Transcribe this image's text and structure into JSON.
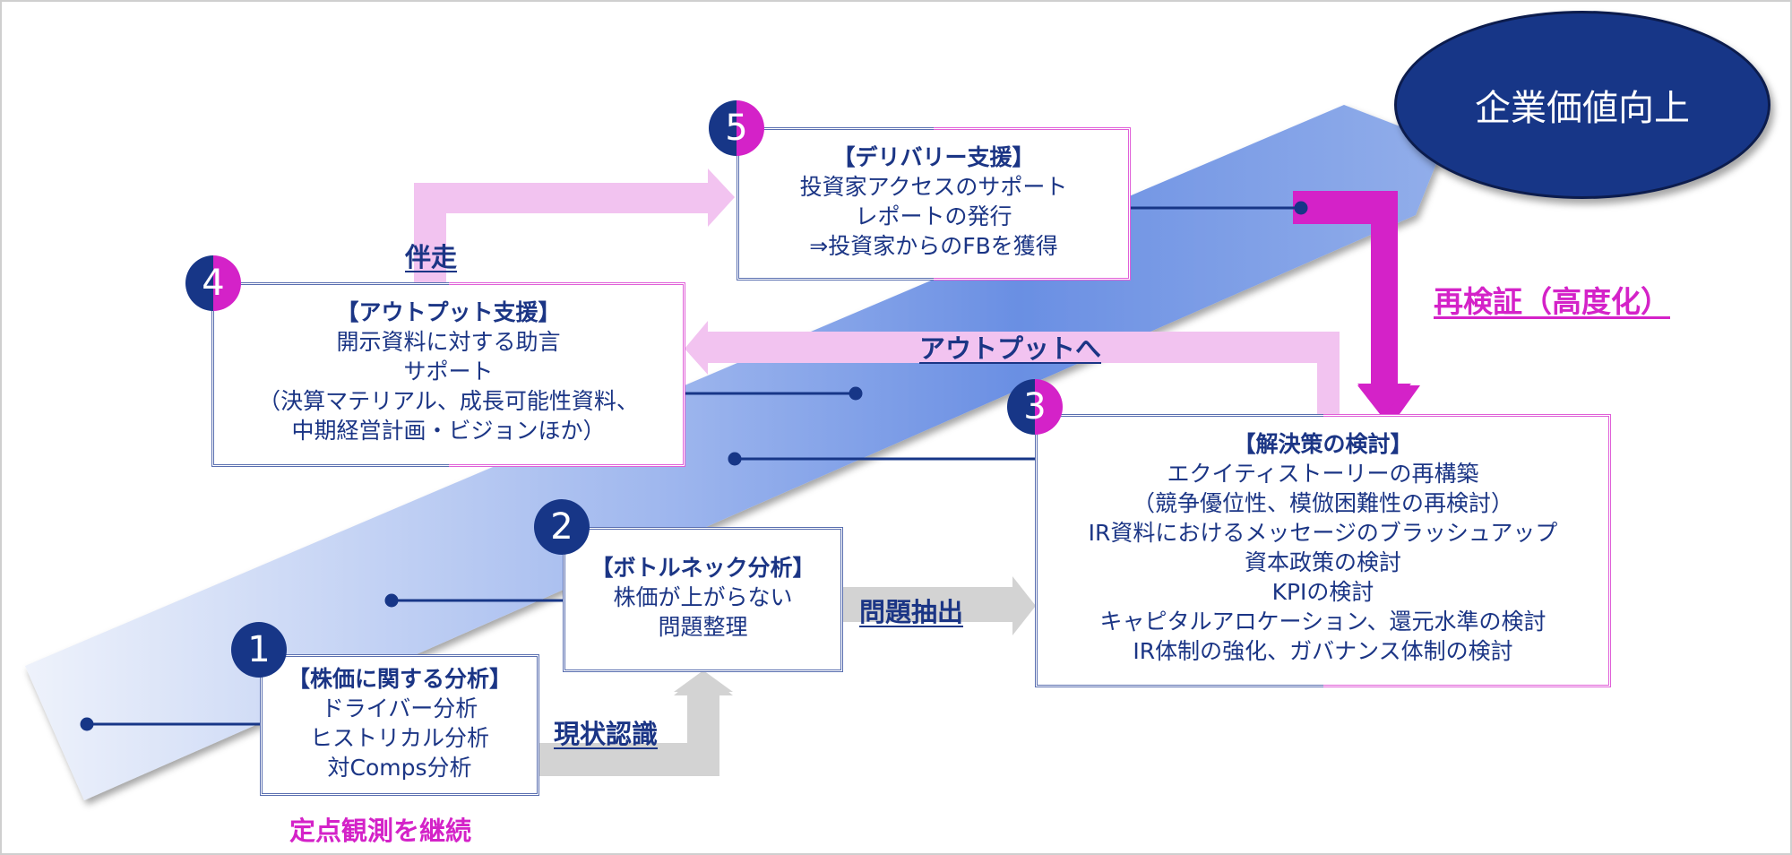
{
  "goal": {
    "label": "企業価値向上"
  },
  "steps": [
    {
      "number": "1",
      "title": "【株価に関する分析】",
      "lines": [
        "ドライバー分析",
        "ヒストリカル分析",
        "対Comps分析"
      ]
    },
    {
      "number": "2",
      "title": "【ボトルネック分析】",
      "lines": [
        "株価が上がらない",
        "問題整理"
      ]
    },
    {
      "number": "3",
      "title": "【解決策の検討】",
      "lines": [
        "エクイティストーリーの再構築",
        "（競争優位性、模倣困難性の再検討）",
        "IR資料におけるメッセージのブラッシュアップ",
        "資本政策の検討",
        "KPIの検討",
        "キャピタルアロケーション、還元水準の検討",
        "IR体制の強化、ガバナンス体制の検討"
      ]
    },
    {
      "number": "4",
      "title": "【アウトプット支援】",
      "lines": [
        "開示資料に対する助言",
        "サポート",
        "（決算マテリアル、成長可能性資料、",
        "中期経営計画・ビジョンほか）"
      ]
    },
    {
      "number": "5",
      "title": "【デリバリー支援】",
      "lines": [
        "投資家アクセスのサポート",
        "レポートの発行",
        "⇒投資家からのFBを獲得"
      ]
    }
  ],
  "arrows": {
    "current_state": "現状認識",
    "problem_extraction": "問題抽出",
    "to_output": "アウトプットへ",
    "accompany": "伴走",
    "reverify": "再検証（高度化）",
    "continuous_monitoring": "定点観測を継続"
  },
  "colors": {
    "navy": "#173687",
    "magenta": "#d422c8",
    "light_pink": "#f2c3f0",
    "gray_arrow": "#d3d3d3",
    "band_light": "#e6ecf8",
    "band_dark": "#6a8fe3"
  }
}
